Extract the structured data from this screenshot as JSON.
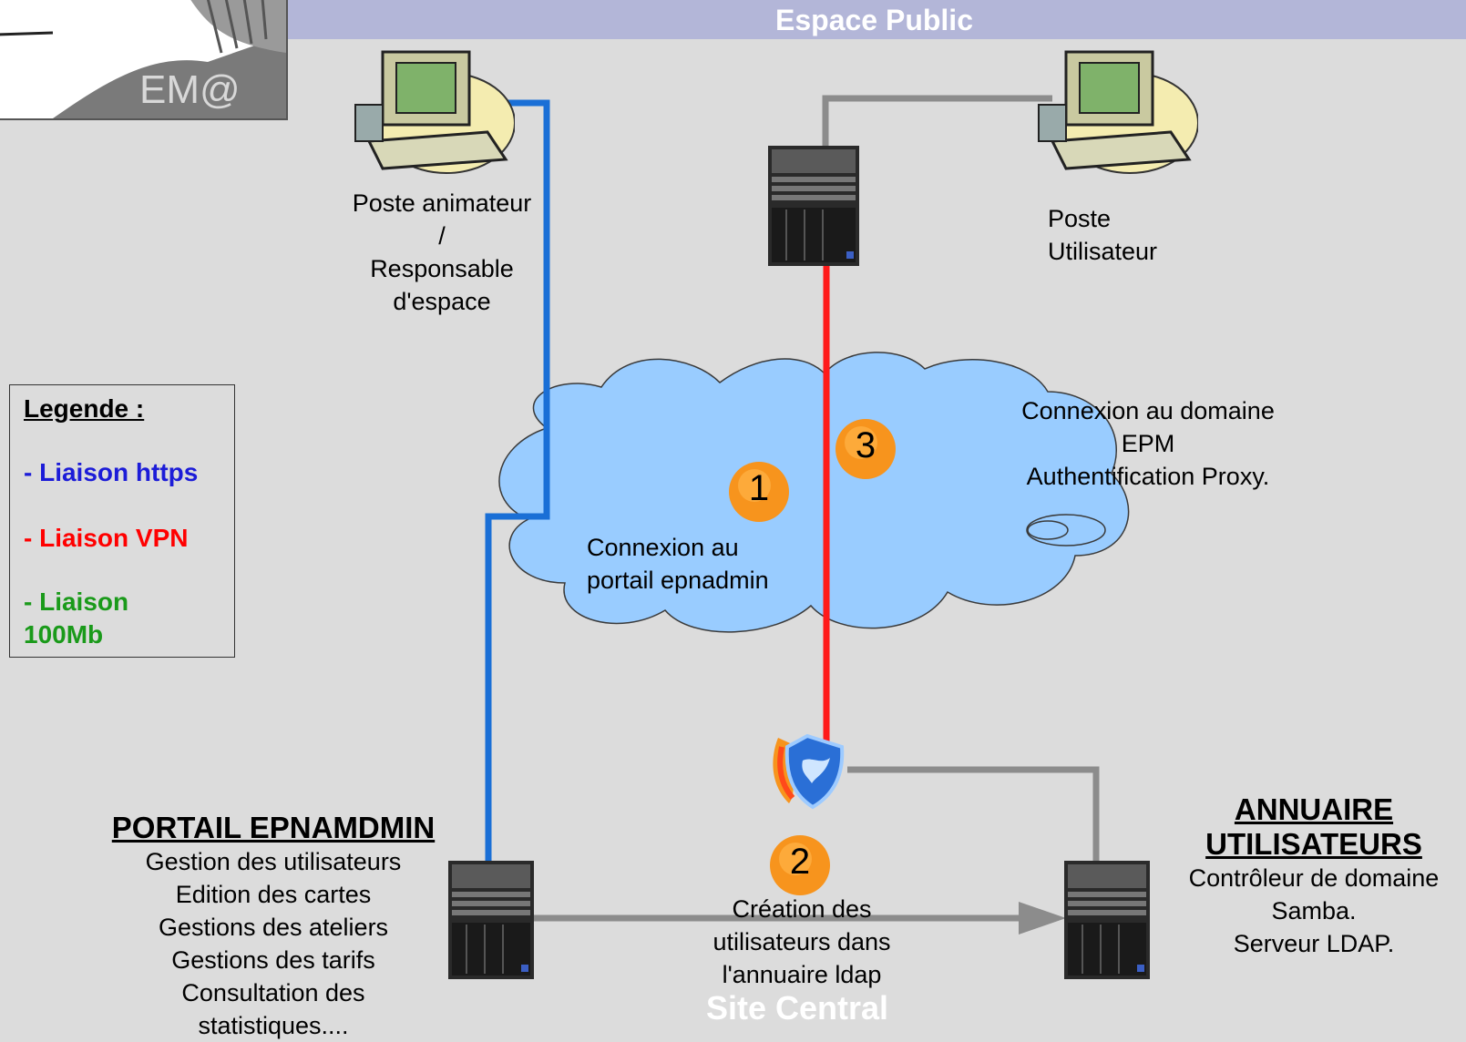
{
  "header": {
    "title": "Espace Public"
  },
  "footer": {
    "title": "Site Central"
  },
  "legend": {
    "title": "Legende :",
    "items": [
      {
        "label": "- Liaison https",
        "color": "#1c1cd8"
      },
      {
        "label": "- Liaison VPN",
        "color": "#ff0000"
      },
      {
        "label_line1": "- Liaison",
        "label_line2": "100Mb",
        "color": "#1a9a1a"
      }
    ]
  },
  "nodes": {
    "poste_animateur": {
      "lines": [
        "Poste animateur",
        "/",
        "Responsable",
        "d'espace"
      ]
    },
    "poste_utilisateur": {
      "lines": [
        "Poste",
        "Utilisateur"
      ]
    },
    "portail": {
      "title": "PORTAIL EPNAMDMIN",
      "lines": [
        "Gestion des utilisateurs",
        "Edition des cartes",
        "Gestions des ateliers",
        "Gestions des tarifs",
        "Consultation des",
        "statistiques...."
      ]
    },
    "annuaire": {
      "title_line1": "ANNUAIRE",
      "title_line2": "UTILISATEURS",
      "lines": [
        "Contrôleur de domaine",
        "Samba.",
        "Serveur LDAP."
      ]
    }
  },
  "steps": [
    {
      "number": "1",
      "lines": [
        "Connexion au",
        "portail epnadmin"
      ]
    },
    {
      "number": "2",
      "lines": [
        "Création des",
        "utilisateurs dans",
        "l'annuaire ldap"
      ]
    },
    {
      "number": "3",
      "lines": [
        "Connexion au domaine",
        "EPM",
        "Authentification Proxy."
      ]
    }
  ],
  "colors": {
    "https_line": "#1a6fd6",
    "vpn_line": "#ff1a1a",
    "lan_line": "#8c8c8c",
    "cloud_fill": "#99ccff",
    "badge": "#f7941d"
  },
  "logo": {
    "text": "EM@"
  }
}
